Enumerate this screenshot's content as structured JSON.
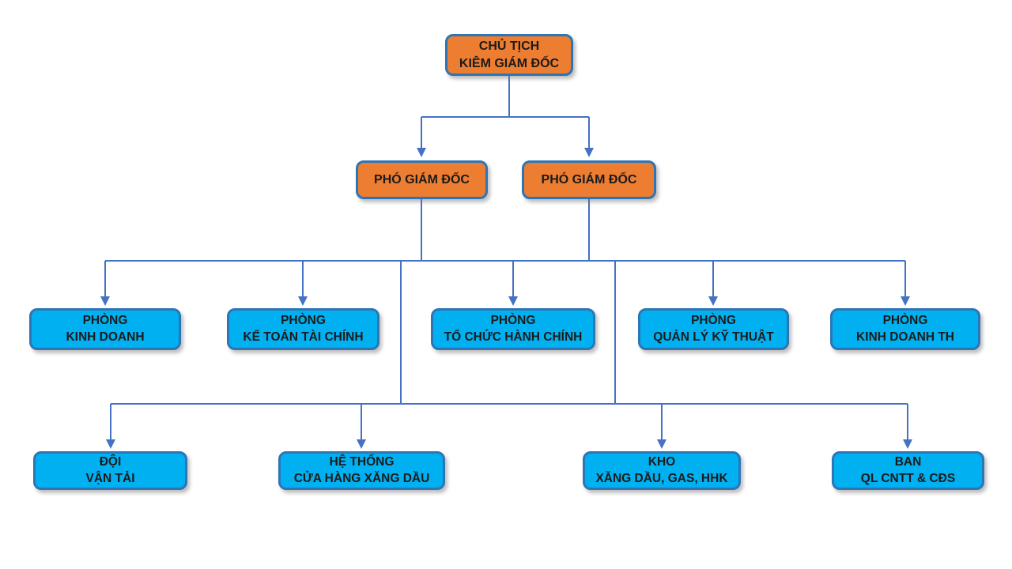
{
  "diagram": {
    "type": "org-chart",
    "colors": {
      "connector": "#4472C4",
      "executive_fill": "#ED7D31",
      "department_fill": "#00B0F0",
      "node_border": "#2E75B6",
      "node_text": "#1b1b1b"
    },
    "nodes": {
      "chairman": {
        "lines": [
          "CHỦ TỊCH",
          "KIÊM GIÁM ĐỐC"
        ]
      },
      "vice_director_left": {
        "lines": [
          "PHÓ GIÁM ĐỐC"
        ]
      },
      "vice_director_right": {
        "lines": [
          "PHÓ GIÁM ĐỐC"
        ]
      },
      "dept_kinh_doanh": {
        "lines": [
          "PHÒNG",
          "KINH DOANH"
        ]
      },
      "dept_ke_toan_tai_chinh": {
        "lines": [
          "PHÒNG",
          "KẾ TOÁN TÀI CHÍNH"
        ]
      },
      "dept_to_chuc_hanh_chinh": {
        "lines": [
          "PHÒNG",
          "TỔ CHỨC HÀNH CHÍNH"
        ]
      },
      "dept_quan_ly_ky_thuat": {
        "lines": [
          "PHÒNG",
          "QUẢN LÝ KỸ THUẬT"
        ]
      },
      "dept_kinh_doanh_th": {
        "lines": [
          "PHÒNG",
          "KINH DOANH TH"
        ]
      },
      "unit_doi_van_tai": {
        "lines": [
          "ĐỘI",
          "VẬN TẢI"
        ]
      },
      "unit_he_thong_cua_hang_xang_dau": {
        "lines": [
          "HỆ THỐNG",
          "CỬA HÀNG XĂNG DẦU"
        ]
      },
      "unit_kho_xang_dau_gas_hhk": {
        "lines": [
          "KHO",
          "XĂNG DẦU, GAS, HHK"
        ]
      },
      "unit_ban_ql_cntt_cds": {
        "lines": [
          "BAN",
          "QL CNTT & CĐS"
        ]
      }
    }
  }
}
